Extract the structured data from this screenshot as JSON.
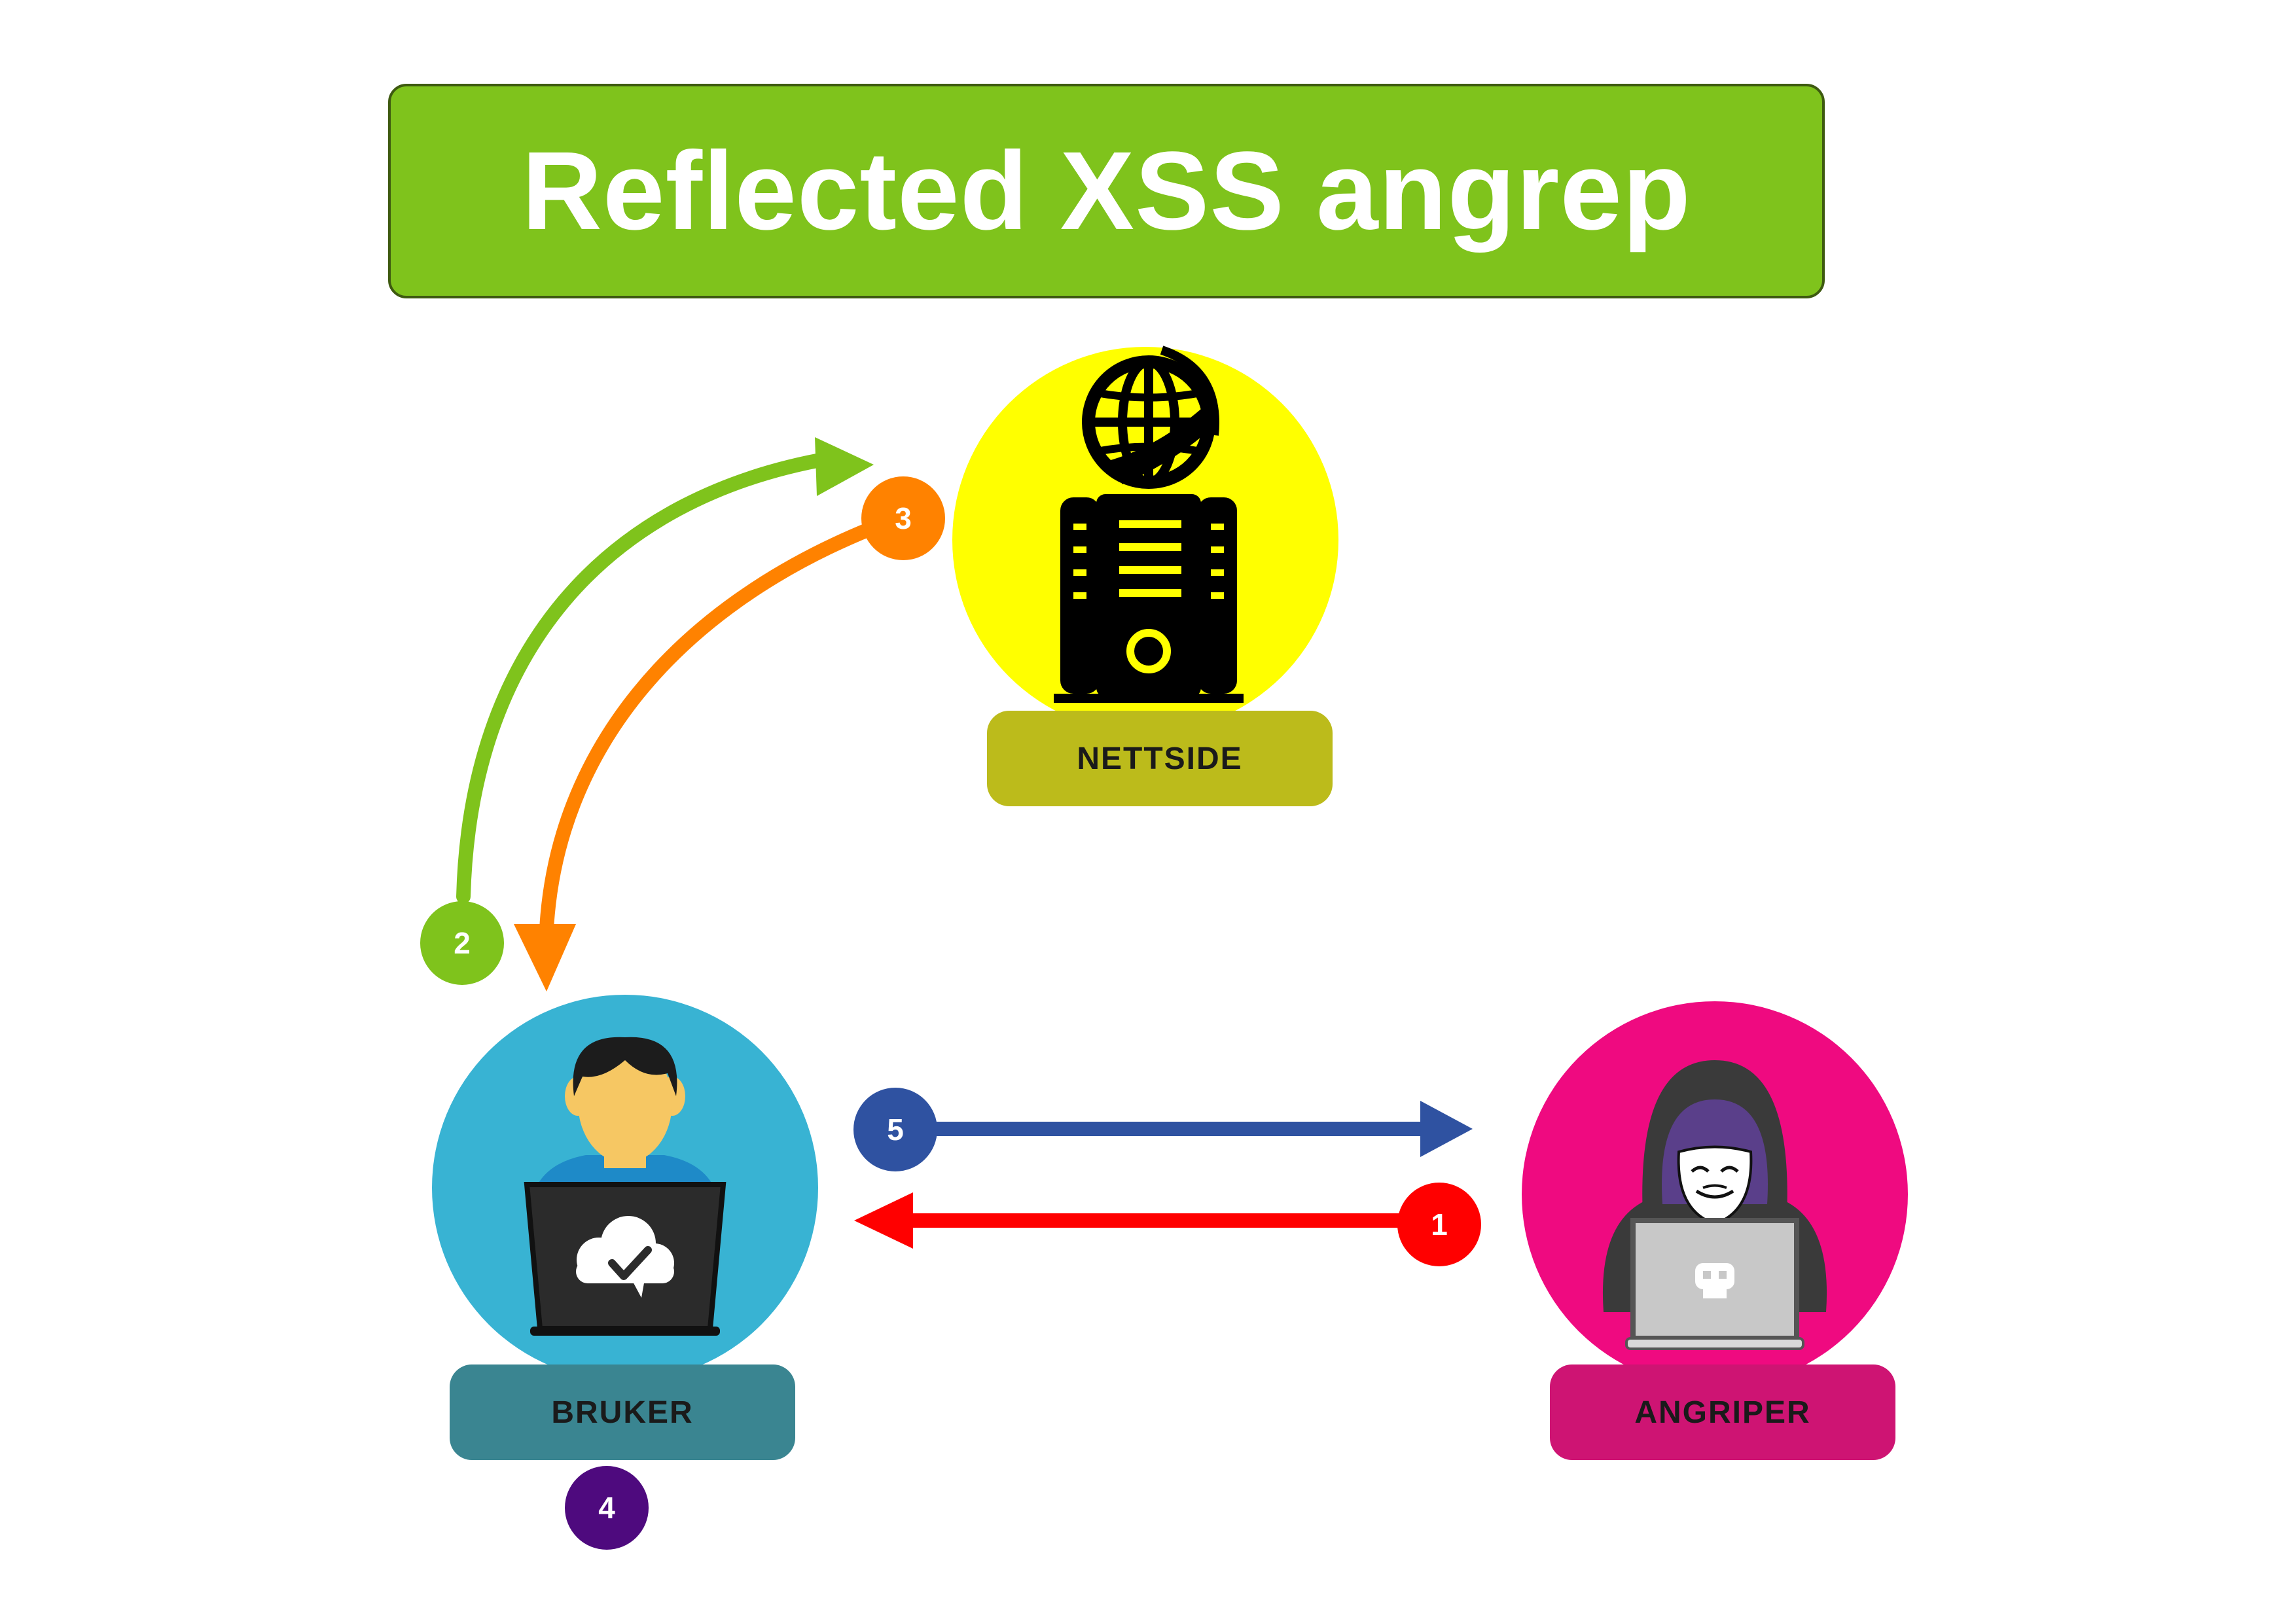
{
  "title": "Reflected XSS angrep",
  "nodes": {
    "server": {
      "label": "NETTSIDE"
    },
    "user": {
      "label": "BRUKER"
    },
    "attacker": {
      "label": "ANGRIPER"
    }
  },
  "steps": [
    "1",
    "2",
    "3",
    "4",
    "5"
  ],
  "colors": {
    "title_bg": "#7fc31c",
    "server_circle": "#ffff00",
    "server_label": "#bcbb1b",
    "user_circle": "#38b3d3",
    "user_label": "#3a8591",
    "attacker_circle": "#ef0a80",
    "attacker_label": "#ce1473",
    "step1": "#ff0000",
    "step2": "#7fc31c",
    "step3": "#ff8200",
    "step4": "#4e0a7e",
    "step5": "#2f52a1"
  },
  "icons": [
    "globe-icon",
    "server-tower-icon",
    "user-person-icon",
    "laptop-cloud-icon",
    "hooded-hacker-icon",
    "skull-laptop-icon"
  ]
}
